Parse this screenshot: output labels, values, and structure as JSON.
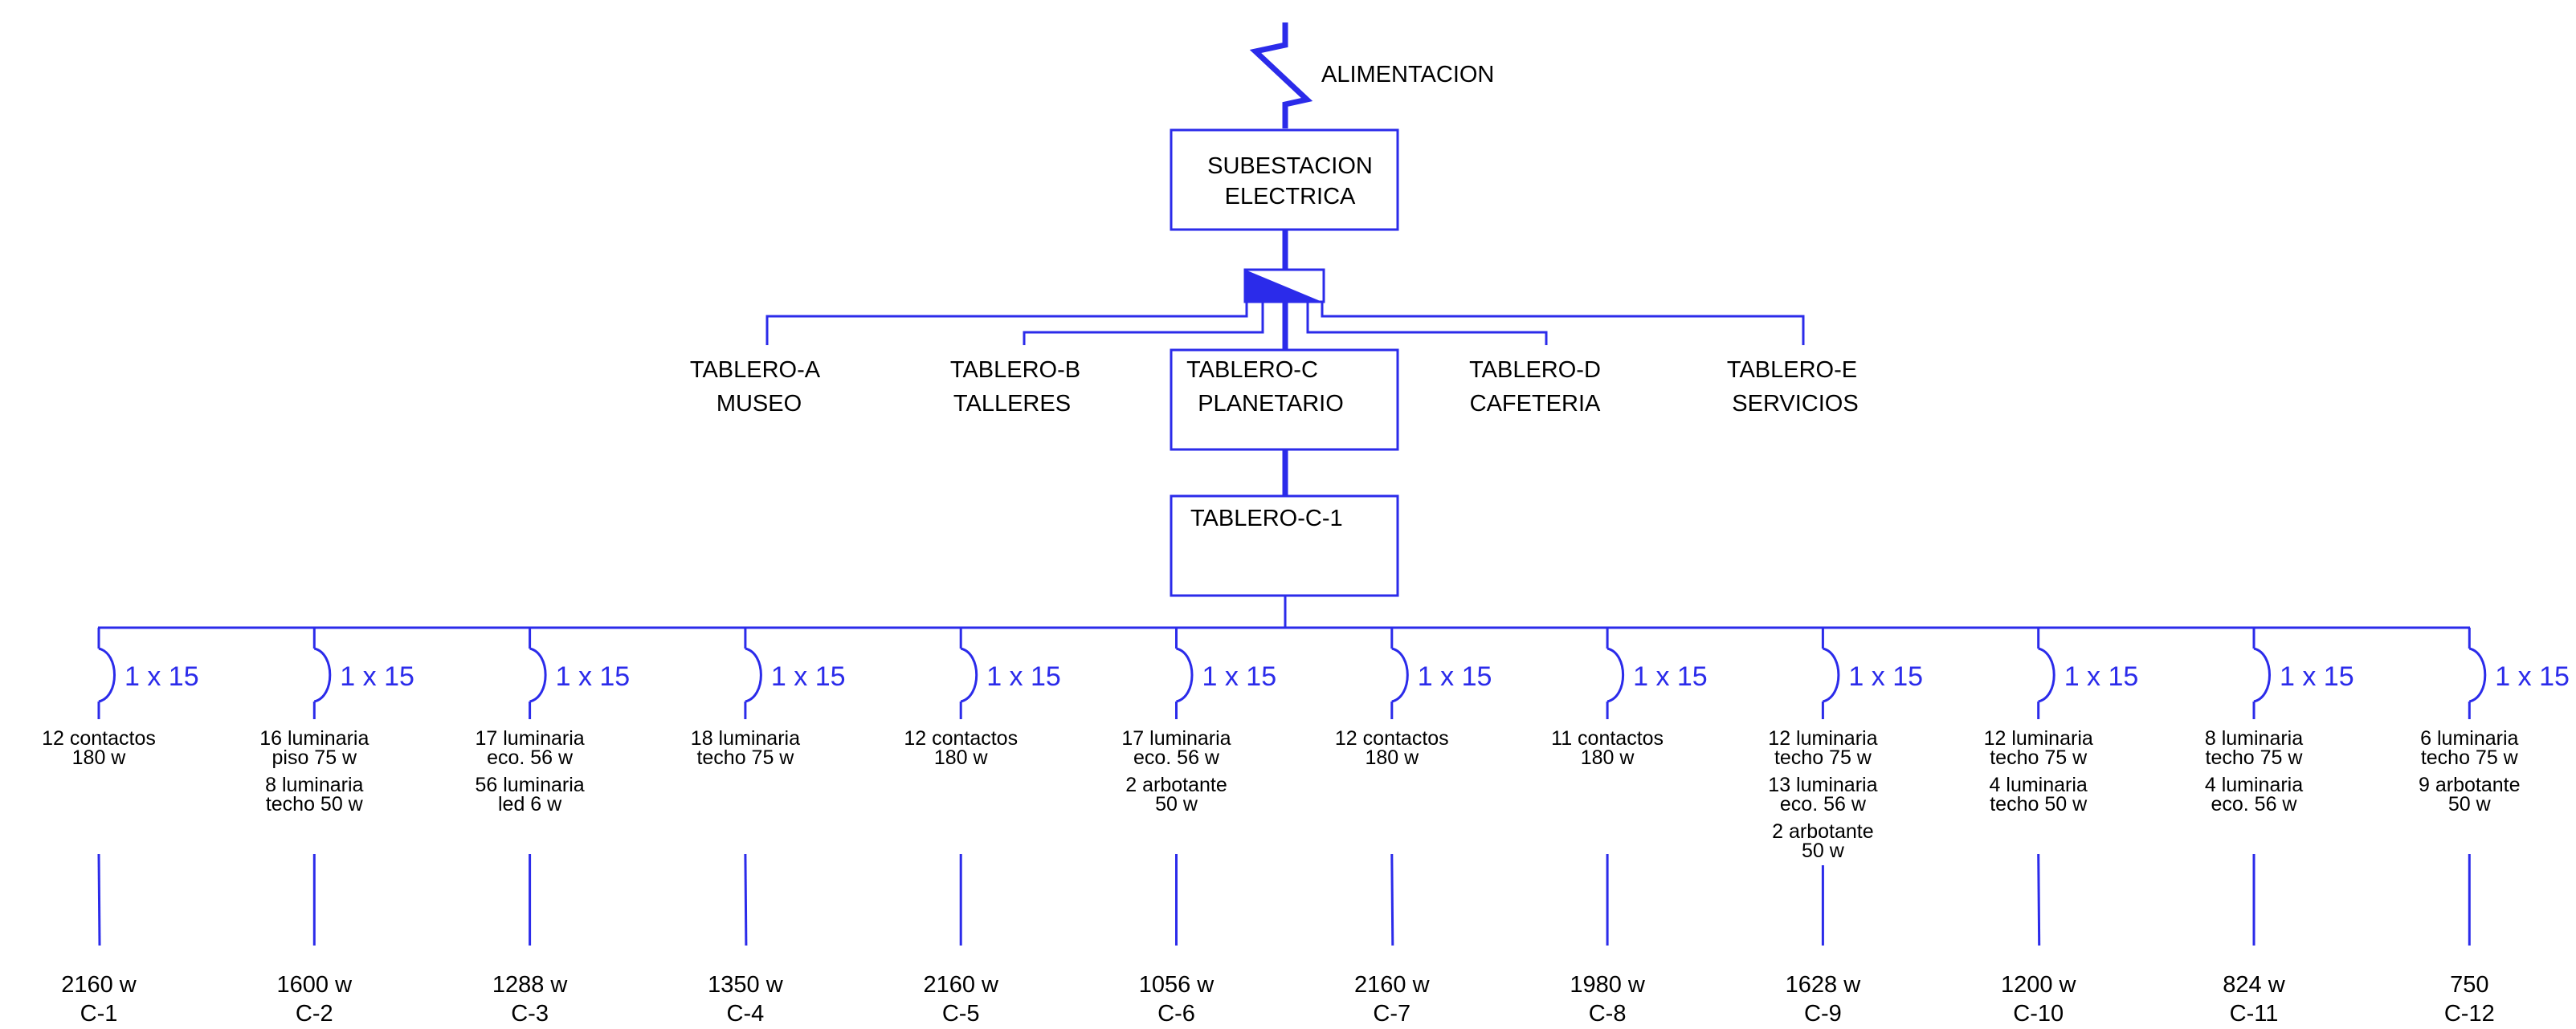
{
  "supply": {
    "label": "ALIMENTACION",
    "icon": "lightning-icon"
  },
  "substation": {
    "line1": "SUBESTACION",
    "line2": "ELECTRICA"
  },
  "switch_icon": "transfer-switch-icon",
  "boards": [
    {
      "line1": "TABLERO-A",
      "line2": "MUSEO"
    },
    {
      "line1": "TABLERO-B",
      "line2": "TALLERES"
    },
    {
      "line1": "TABLERO-C",
      "line2": "PLANETARIO"
    },
    {
      "line1": "TABLERO-D",
      "line2": "CAFETERIA"
    },
    {
      "line1": "TABLERO-E",
      "line2": "SERVICIOS"
    }
  ],
  "subboard": {
    "label": "TABLERO-C-1"
  },
  "breaker_icon": "breaker-icon",
  "circuits": [
    {
      "breaker": "1 x 15",
      "loads": [
        [
          "12 contactos",
          "180 w"
        ]
      ],
      "power": "2160 w",
      "id": "C-1"
    },
    {
      "breaker": "1 x 15",
      "loads": [
        [
          "16 luminaria",
          "piso 75 w"
        ],
        [
          "8 luminaria",
          "techo 50 w"
        ]
      ],
      "power": "1600 w",
      "id": "C-2"
    },
    {
      "breaker": "1 x 15",
      "loads": [
        [
          "17 luminaria",
          "eco. 56 w"
        ],
        [
          "56 luminaria",
          "led 6 w"
        ]
      ],
      "power": "1288 w",
      "id": "C-3"
    },
    {
      "breaker": "1 x 15",
      "loads": [
        [
          "18 luminaria",
          "techo 75 w"
        ]
      ],
      "power": "1350 w",
      "id": "C-4"
    },
    {
      "breaker": "1 x 15",
      "loads": [
        [
          "12 contactos",
          "180 w"
        ]
      ],
      "power": "2160 w",
      "id": "C-5"
    },
    {
      "breaker": "1 x 15",
      "loads": [
        [
          "17 luminaria",
          "eco.  56 w"
        ],
        [
          "2 arbotante",
          "50 w"
        ]
      ],
      "power": "1056 w",
      "id": "C-6"
    },
    {
      "breaker": "1 x 15",
      "loads": [
        [
          "12 contactos",
          "180 w"
        ]
      ],
      "power": "2160 w",
      "id": "C-7"
    },
    {
      "breaker": "1 x 15",
      "loads": [
        [
          "11 contactos",
          "180 w"
        ]
      ],
      "power": "1980 w",
      "id": "C-8"
    },
    {
      "breaker": "1 x 15",
      "loads": [
        [
          "12 luminaria",
          "techo 75 w"
        ],
        [
          "13 luminaria",
          "eco. 56 w"
        ],
        [
          "2 arbotante",
          "50 w"
        ]
      ],
      "power": "1628 w",
      "id": "C-9"
    },
    {
      "breaker": "1 x 15",
      "loads": [
        [
          "12 luminaria",
          "techo 75 w"
        ],
        [
          "4 luminaria",
          "techo 50 w"
        ]
      ],
      "power": "1200 w",
      "id": "C-10"
    },
    {
      "breaker": "1 x 15",
      "loads": [
        [
          "8 luminaria",
          "techo 75 w"
        ],
        [
          "4 luminaria",
          "eco. 56 w"
        ]
      ],
      "power": "824 w",
      "id": "C-11"
    },
    {
      "breaker": "1 x 15",
      "loads": [
        [
          "6 luminaria",
          "techo 75 w"
        ],
        [
          "9 arbotante",
          "50 w"
        ]
      ],
      "power": "750",
      "id": "C-12"
    }
  ]
}
